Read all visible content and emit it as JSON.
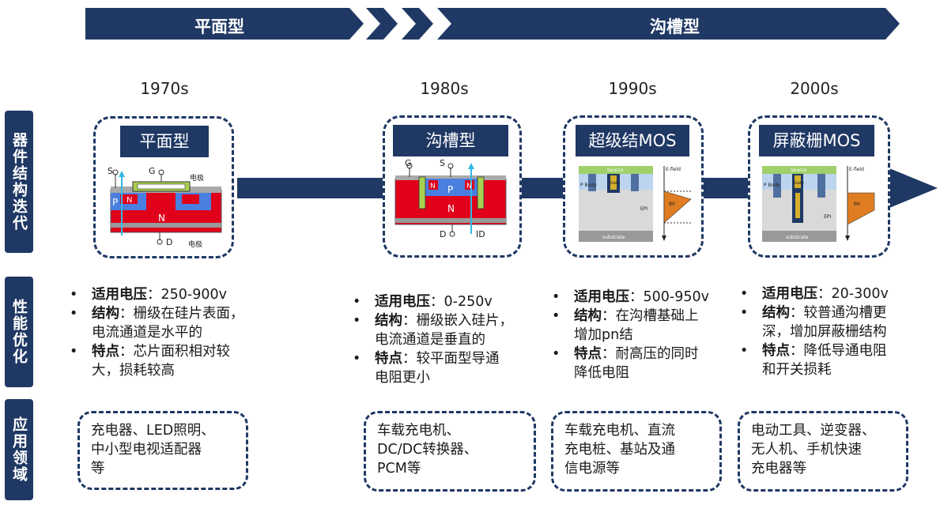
{
  "banner": {
    "planar_label": "平面型",
    "trench_label": "沟槽型"
  },
  "side_labels": {
    "structure": "器件结构迭代",
    "performance": "性能优化",
    "application": "应用领域"
  },
  "eras": [
    {
      "year": "1970s",
      "title": "平面型",
      "labels": {
        "s": "S",
        "g": "G",
        "d": "D",
        "electrode_top": "电极",
        "electrode_bottom": "电极",
        "p": "P",
        "n": "N",
        "n_body": "N"
      },
      "bullets": [
        {
          "key": "适用电压",
          "sep": "：",
          "val": "250-900v"
        },
        {
          "key": "结构",
          "sep": "：",
          "val": "栅级在硅片表面，",
          "cont": "电流通道是水平的"
        },
        {
          "key": "特点",
          "sep": "：",
          "val": "芯片面积相对较",
          "cont": "大，损耗较高"
        }
      ],
      "application": [
        "充电器、LED照明、",
        "中小型电视适配器",
        "等"
      ]
    },
    {
      "year": "1980s",
      "title": "沟槽型",
      "labels": {
        "g": "G",
        "s": "S",
        "d": "D",
        "id": "ID",
        "p": "P",
        "n_left": "N",
        "n_right": "N",
        "n_body": "N"
      },
      "bullets": [
        {
          "key": "适用电压",
          "sep": "：",
          "val": "0-250v"
        },
        {
          "key": "结构",
          "sep": "：",
          "val": "栅级嵌入硅片，",
          "cont": "电流通道是垂直的"
        },
        {
          "key": "特点",
          "sep": "：",
          "val": "较平面型导通",
          "cont": "电阻更小"
        }
      ],
      "application": [
        "车载充电机、",
        "DC/DC转换器、",
        "PCM等"
      ]
    },
    {
      "year": "1990s",
      "title": "超级结MOS",
      "labels": {
        "source": "Source",
        "p_body": "P Body",
        "epi": "EPI",
        "substrate": "substrate",
        "efield": "E-field",
        "bv": "BV",
        "gate": "Gate"
      },
      "bullets": [
        {
          "key": "适用电压",
          "sep": "：",
          "val": "500-950v"
        },
        {
          "key": "结构",
          "sep": "：",
          "val": "在沟槽基础上",
          "cont": "增加pn结"
        },
        {
          "key": "特点",
          "sep": "：",
          "val": "耐高压的同时",
          "cont": "降低电阻"
        }
      ],
      "application": [
        "车载充电机、直流",
        "充电桩、基站及通",
        "信电源等"
      ]
    },
    {
      "year": "2000s",
      "title": "屏蔽栅MOS",
      "labels": {
        "source": "Source",
        "p_body": "P Body",
        "epi": "EPI",
        "substrate": "substrate",
        "efield": "E-field",
        "bv": "BV",
        "gate": "Gate"
      },
      "bullets": [
        {
          "key": "适用电压",
          "sep": "：",
          "val": "20-300v"
        },
        {
          "key": "结构",
          "sep": "：",
          "val": "较普通沟槽更",
          "cont": "深，增加屏蔽栅结构"
        },
        {
          "key": "特点",
          "sep": "：",
          "val": "降低导通电阻",
          "cont": "和开关损耗"
        }
      ],
      "application": [
        "电动工具、逆变器、",
        "无人机、手机快速",
        "充电器等"
      ]
    }
  ],
  "bullet_char": "•",
  "colors": {
    "navy": "#1f3864",
    "red": "#e0001a",
    "blue": "#4a7fe0",
    "green": "#a8d050",
    "orange": "#e07d22"
  }
}
